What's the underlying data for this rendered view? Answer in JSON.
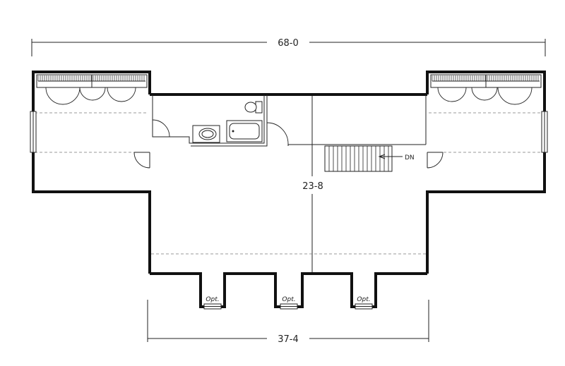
{
  "dimensions": {
    "overall_width": "68-0",
    "depth": "23-8",
    "center_width": "37-4"
  },
  "stair_label": "DN",
  "dormer_labels": [
    "Opt.",
    "Opt.",
    "Opt."
  ]
}
